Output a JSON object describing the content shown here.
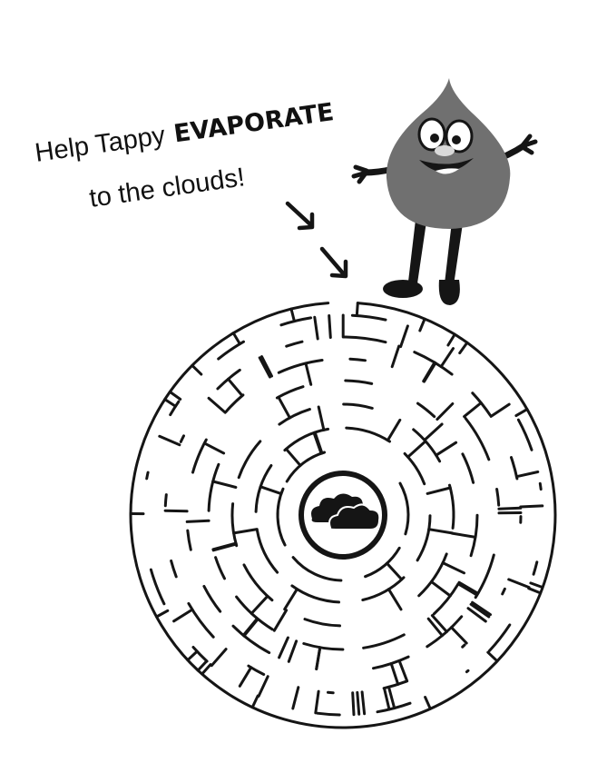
{
  "title": {
    "prefix": "Help Tappy",
    "emphasis": "EVAPORATE",
    "line2": "to the clouds!"
  },
  "colors": {
    "ink": "#151515",
    "droplet": "#707070",
    "droplet_shadow": "#5a5a5a",
    "background": "#ffffff"
  },
  "character": {
    "name": "Tappy",
    "icon": "water-droplet-mascot"
  },
  "goal": {
    "icon": "cloud-icon"
  }
}
